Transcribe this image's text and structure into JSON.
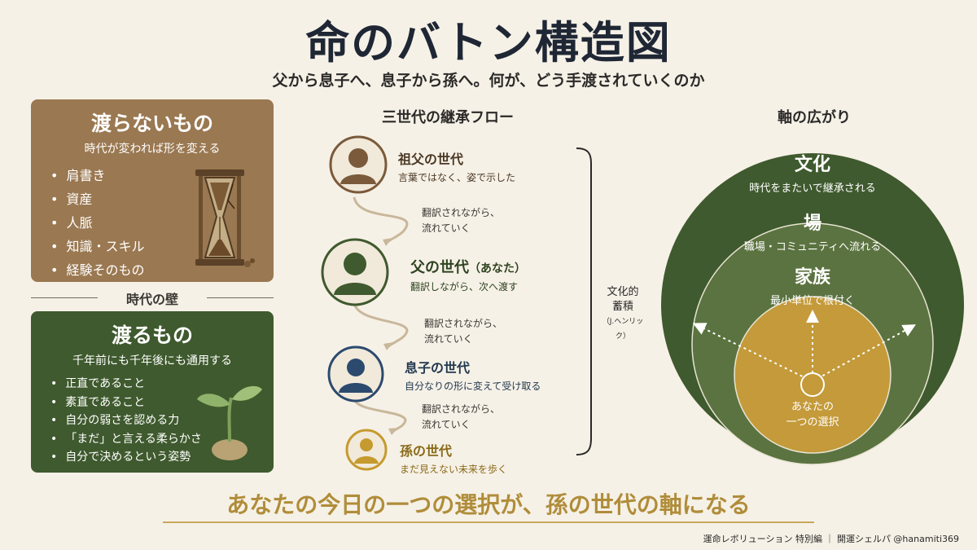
{
  "title": "命のバトン構造図",
  "subtitle": "父から息子へ、息子から孫へ。何が、どう手渡されていくのか",
  "not_passed": {
    "title": "渡らないもの",
    "subtitle": "時代が変われば形を変える",
    "items": [
      "肩書き",
      "資産",
      "人脈",
      "知識・スキル",
      "経験そのもの"
    ]
  },
  "wall_label": "時代の壁",
  "passed": {
    "title": "渡るもの",
    "subtitle": "千年前にも千年後にも通用する",
    "items": [
      "正直であること",
      "素直であること",
      "自分の弱さを認める力",
      "「まだ」と言える柔らかさ",
      "自分で決めるという姿勢"
    ]
  },
  "flow": {
    "heading": "三世代の継承フロー",
    "generations": [
      {
        "name": "祖父の世代",
        "desc": "言葉ではなく、姿で示した",
        "color": "#7a5a3a"
      },
      {
        "name": "父の世代",
        "name_suffix": "（あなた）",
        "desc": "翻訳しながら、次へ渡す",
        "color": "#3f5a2e"
      },
      {
        "name": "息子の世代",
        "desc": "自分なりの形に変えて受け取る",
        "color": "#2c4a6e"
      },
      {
        "name": "孫の世代",
        "desc": "まだ見えない未来を歩く",
        "color": "#c59a2e"
      }
    ],
    "transition_note_1": "翻訳されながら、",
    "transition_note_2": "流れていく"
  },
  "bracket": {
    "line1": "文化的",
    "line2": "蓄積",
    "line3": "（J.ヘンリック）"
  },
  "axis": {
    "heading": "軸の広がり",
    "outer": {
      "title": "文化",
      "desc": "時代をまたいで継承される",
      "color": "#3f5a2e"
    },
    "middle": {
      "title": "場",
      "desc": "職場・コミュニティへ流れる",
      "color": "#5b7340"
    },
    "inner": {
      "title": "家族",
      "desc": "最小単位で根付く",
      "color": "#c49a3a"
    },
    "center_line1": "あなたの",
    "center_line2": "一つの選択"
  },
  "bottom_message": "あなたの今日の一つの選択が、孫の世代の軸になる",
  "credit": "運命レボリューション 特別編 ｜ 開運シェルパ @hanamiti369"
}
